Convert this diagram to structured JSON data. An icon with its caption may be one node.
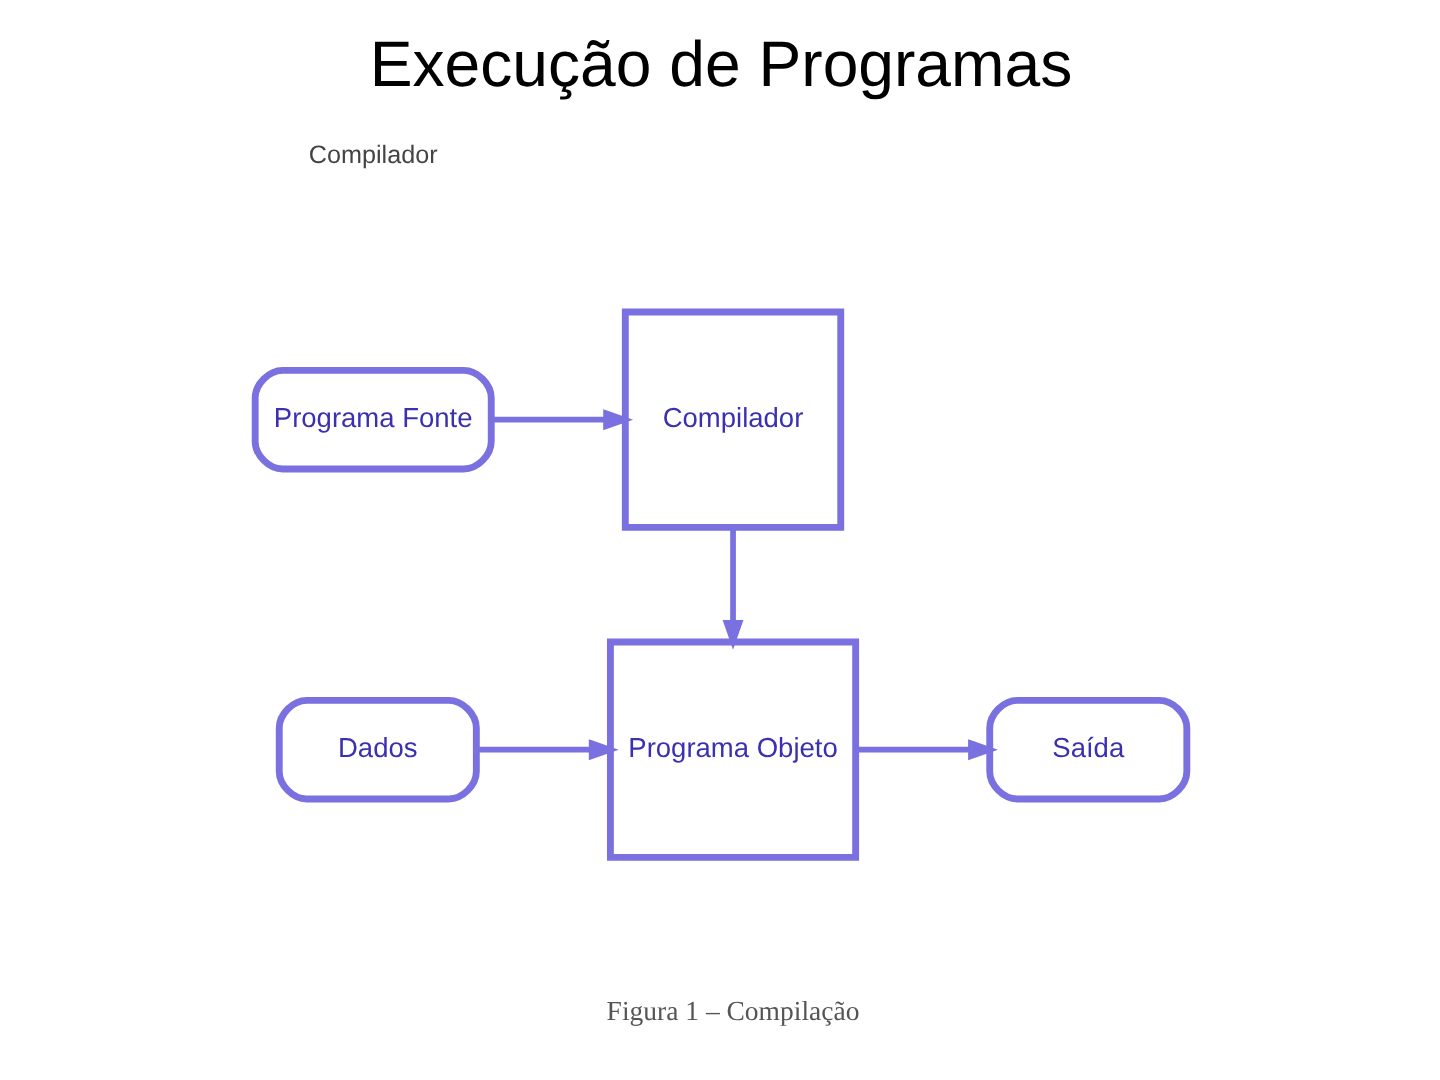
{
  "diagram": {
    "title": "Execução de Programas",
    "caption": "Figura 1 – Compilação",
    "nodes": [
      {
        "text": [
          "Programa Fonte"
        ]
      },
      {
        "text": [
          "Compilador"
        ]
      },
      {
        "text": [
          "Dados"
        ]
      },
      {
        "text": [
          "Programa Objeto"
        ]
      },
      {
        "text": [
          "Saída"
        ]
      }
    ],
    "edges": [
      {
        "from": 0,
        "to": 1,
        "arrow": "to"
      },
      {
        "from": 1,
        "to": 3,
        "arrow": "to"
      },
      {
        "from": 2,
        "to": 3,
        "arrow": "to"
      },
      {
        "from": 3,
        "to": 4,
        "arrow": "to"
      }
    ],
    "labels": [
      "Compilador"
    ]
  }
}
